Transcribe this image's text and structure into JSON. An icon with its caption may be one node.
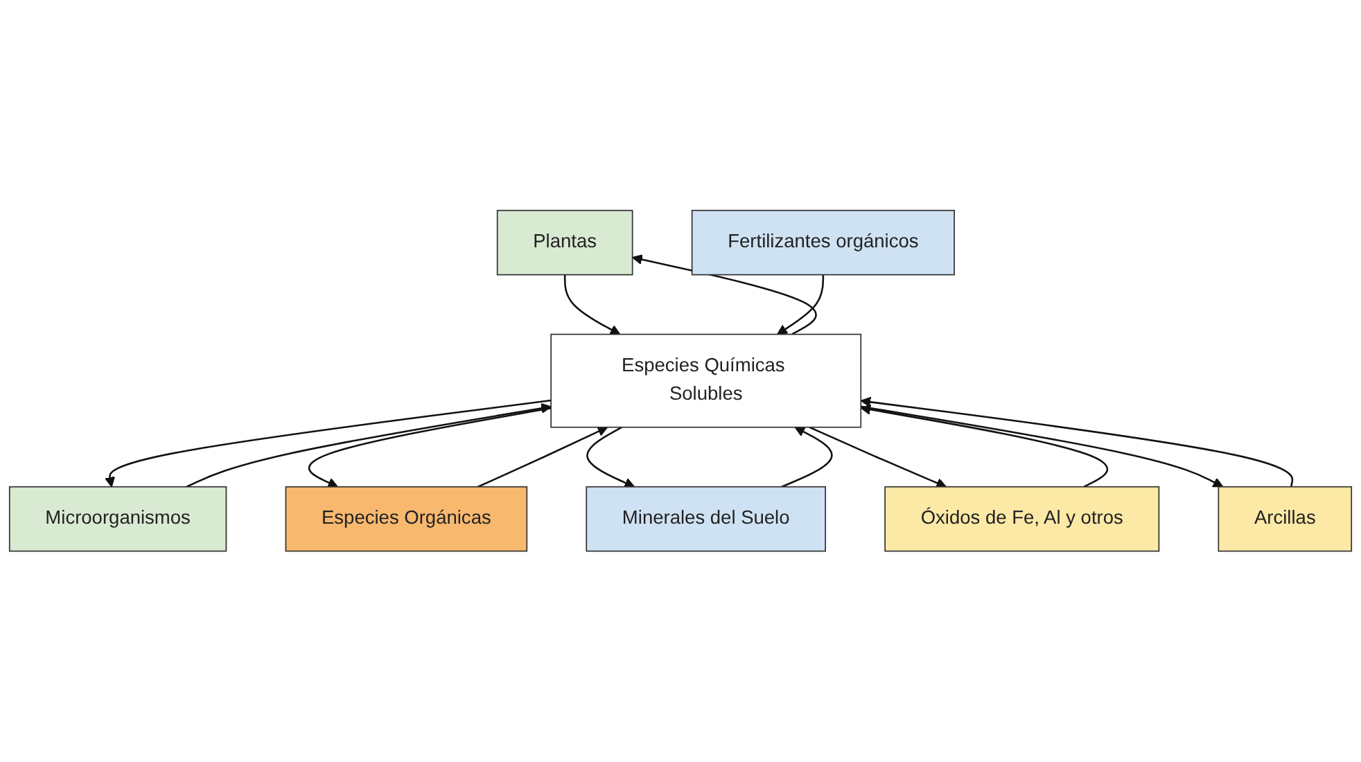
{
  "diagram": {
    "nodes": [
      {
        "text": [
          "Plantas"
        ]
      },
      {
        "text": [
          "Microorganismos"
        ]
      },
      {
        "text": [
          "Especies Orgánicas"
        ]
      },
      {
        "text": [
          "Especies Químicas Solubles"
        ]
      },
      {
        "text": [
          "Fertilizantes orgánicos"
        ]
      },
      {
        "text": [
          "Minerales del Suelo"
        ]
      },
      {
        "text": [
          "Óxidos de Fe, Al y otros"
        ]
      },
      {
        "text": [
          "Arcillas"
        ]
      }
    ],
    "edges": [
      {
        "from": 0,
        "to": 3,
        "arrow": "to"
      },
      {
        "from": 3,
        "to": 0,
        "arrow": "to"
      },
      {
        "from": 1,
        "to": 3,
        "arrow": "to"
      },
      {
        "from": 3,
        "to": 1,
        "arrow": "to"
      },
      {
        "from": 2,
        "to": 3,
        "arrow": "to"
      },
      {
        "from": 3,
        "to": 2,
        "arrow": "to"
      },
      {
        "from": 4,
        "to": 3,
        "arrow": "to"
      },
      {
        "from": 5,
        "to": 3,
        "arrow": "to"
      },
      {
        "from": 3,
        "to": 5,
        "arrow": "to"
      },
      {
        "from": 3,
        "to": 6,
        "arrow": "to"
      },
      {
        "from": 6,
        "to": 3,
        "arrow": "to"
      },
      {
        "from": 3,
        "to": 7,
        "arrow": "to"
      },
      {
        "from": 7,
        "to": 3,
        "arrow": "to"
      }
    ]
  }
}
